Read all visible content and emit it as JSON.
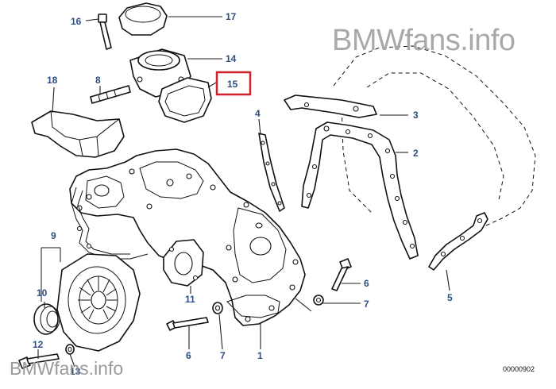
{
  "watermark": {
    "top": "BMWfans.info",
    "bottom": "BMWfans.info"
  },
  "diagram_code": "00000902",
  "highlight_color": "#d0202a",
  "label_color": "#2b4f7e",
  "callouts": [
    {
      "key": "c1",
      "text": "1"
    },
    {
      "key": "c2",
      "text": "2"
    },
    {
      "key": "c3",
      "text": "3"
    },
    {
      "key": "c4",
      "text": "4"
    },
    {
      "key": "c5",
      "text": "5"
    },
    {
      "key": "c6a",
      "text": "6"
    },
    {
      "key": "c6b",
      "text": "6"
    },
    {
      "key": "c7a",
      "text": "7"
    },
    {
      "key": "c7b",
      "text": "7"
    },
    {
      "key": "c8",
      "text": "8"
    },
    {
      "key": "c9",
      "text": "9"
    },
    {
      "key": "c10",
      "text": "10"
    },
    {
      "key": "c11",
      "text": "11"
    },
    {
      "key": "c12",
      "text": "12"
    },
    {
      "key": "c13",
      "text": "13"
    },
    {
      "key": "c14",
      "text": "14"
    },
    {
      "key": "c15",
      "text": "15",
      "highlighted": true
    },
    {
      "key": "c16",
      "text": "16"
    },
    {
      "key": "c17",
      "text": "17"
    },
    {
      "key": "c18",
      "text": "18"
    }
  ]
}
